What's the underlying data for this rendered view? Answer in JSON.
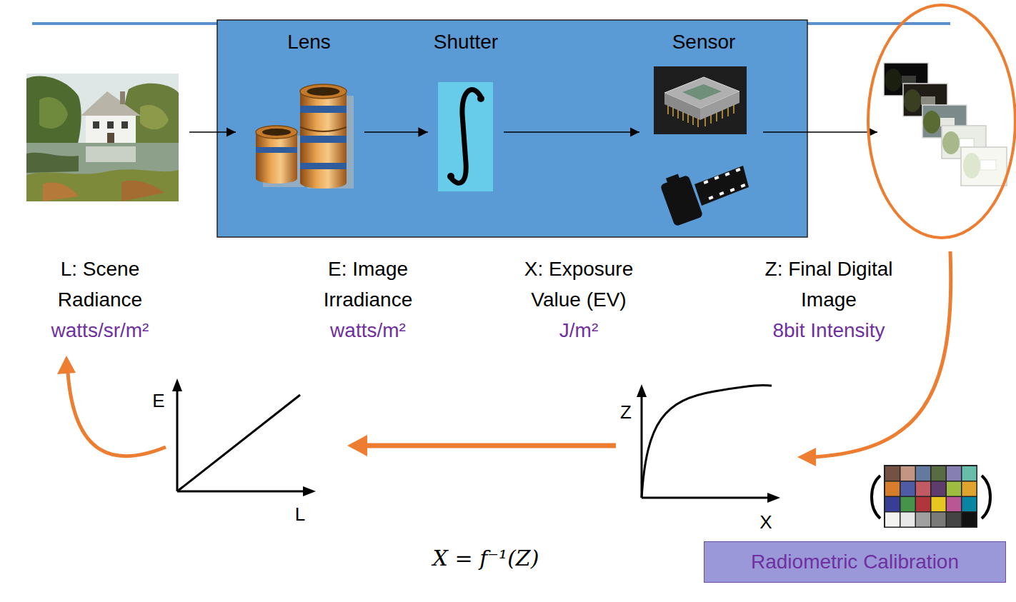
{
  "diagram": {
    "nodes": [
      {
        "text": [
          "Lens"
        ]
      },
      {
        "text": [
          "Shutter"
        ]
      },
      {
        "text": [
          "Sensor"
        ]
      },
      {
        "text": [
          "Radiometric Calibration"
        ]
      }
    ],
    "edges": [
      {
        "from": 0,
        "to": 1,
        "arrow": "to"
      },
      {
        "from": 1,
        "to": 2,
        "arrow": "to"
      }
    ],
    "labels": [
      "L: Scene Radiance",
      "watts/sr/m²",
      "E: Image Irradiance",
      "watts/m²",
      "X: Exposure Value (EV)",
      "J/m²",
      "Z: Final Digital Image",
      "8bit Intensity",
      "E",
      "L",
      "Z",
      "X",
      "X = f⁻¹(Z)"
    ]
  }
}
